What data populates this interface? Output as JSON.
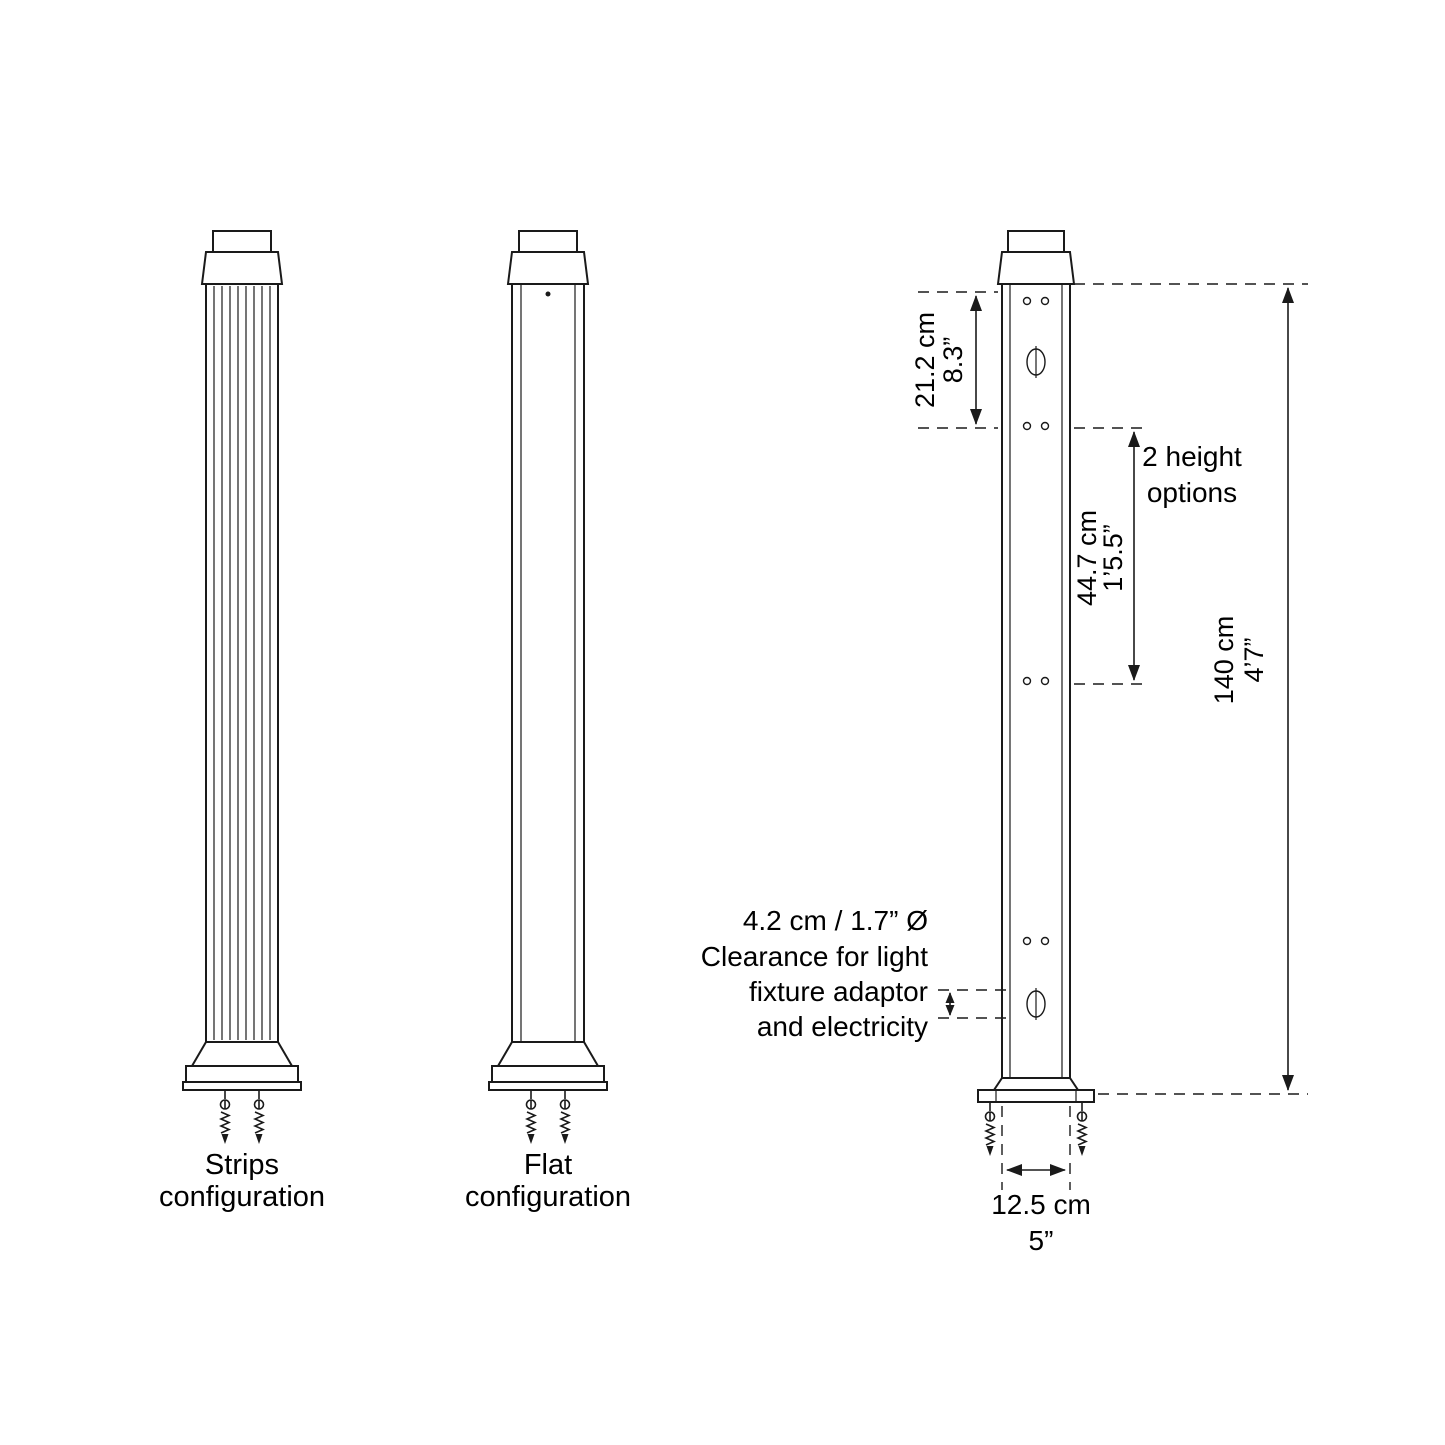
{
  "figure": {
    "strips_caption": {
      "line1": "Strips",
      "line2": "configuration"
    },
    "flat_caption": {
      "line1": "Flat",
      "line2": "configuration"
    },
    "height_options": {
      "line1": "2 height",
      "line2": "options"
    },
    "clearance_note": {
      "line1": "4.2 cm / 1.7” Ø",
      "line2": "Clearance for light",
      "line3": "fixture adaptor",
      "line4": "and electricity"
    },
    "dim_upper": {
      "metric": "21.2 cm",
      "imperial": "8.3”"
    },
    "dim_bracket_span": {
      "metric": "44.7 cm",
      "imperial": "1’5.5”"
    },
    "dim_total_height": {
      "metric": "140 cm",
      "imperial": "4’7”"
    },
    "dim_base_width": {
      "metric": "12.5 cm",
      "imperial": "5”"
    }
  },
  "colors": {
    "line": "#1a1a1a",
    "text": "#000000",
    "background": "#ffffff"
  }
}
